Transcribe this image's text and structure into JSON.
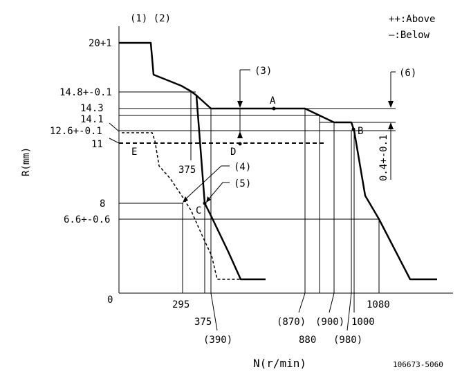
{
  "header": {
    "top_left": "(1) (2)",
    "legend_above": "++:Above",
    "legend_below": "—:Below"
  },
  "axes": {
    "y_label": "R(mm)",
    "x_label": "N(r/min)",
    "origin": "0"
  },
  "y_ticks": [
    "20+1",
    "14.8+-0.1",
    "14.3",
    "14.1",
    "12.6+-0.1",
    "11",
    "8",
    "6.6+-0.6"
  ],
  "x_ticks": [
    "295",
    "375",
    "(390)",
    "(870)",
    "880",
    "(900)",
    "(980)",
    "1000",
    "1080"
  ],
  "point_labels": [
    "A",
    "B",
    "C",
    "D",
    "E"
  ],
  "callouts": [
    "(3)",
    "(4)",
    "(5)",
    "(6)"
  ],
  "dimension_label": "0.4+-0.1",
  "curve_label_375": "375",
  "doc_id": "106673-5060"
}
